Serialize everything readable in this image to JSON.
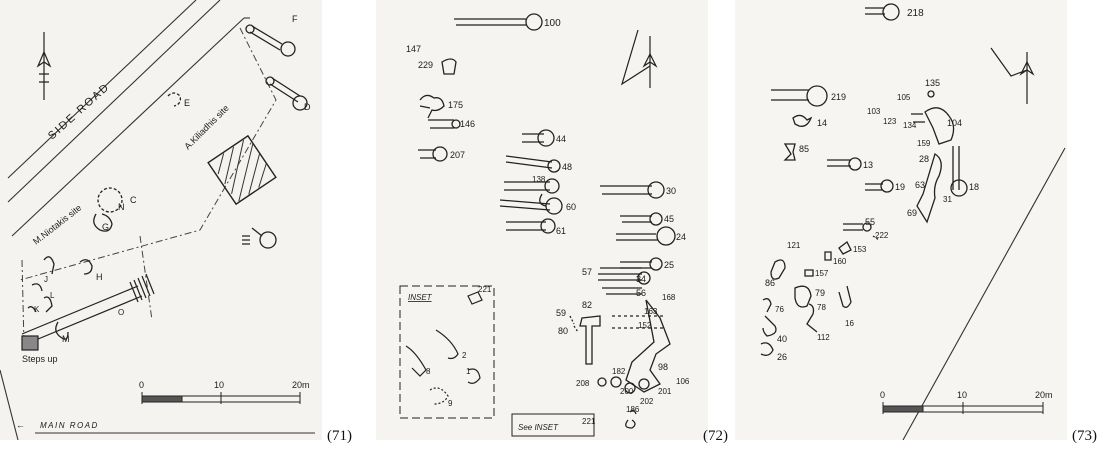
{
  "plans": [
    {
      "caption": "(71)",
      "road_labels": [
        "SIDE ROAD",
        "MAIN ROAD"
      ],
      "site_labels": [
        "A.Kiliadhis site",
        "M.Niotakis site"
      ],
      "tomb_labels": [
        "F",
        "D",
        "E",
        "C",
        "N",
        "G",
        "J",
        "H",
        "K",
        "L",
        "O",
        "M"
      ],
      "note": "Steps up",
      "scale": {
        "ticks": [
          "0",
          "10",
          "20m"
        ]
      }
    },
    {
      "caption": "(72)",
      "tomb_labels": [
        "100",
        "147",
        "229",
        "175",
        "146",
        "207",
        "44",
        "48",
        "138",
        "60",
        "61",
        "30",
        "45",
        "24",
        "25",
        "57",
        "34",
        "56",
        "59",
        "80",
        "82",
        "163",
        "168",
        "152",
        "98",
        "106",
        "182",
        "208",
        "200",
        "201",
        "202",
        "186"
      ],
      "inset_title": "INSET",
      "inset_labels": [
        "221",
        "2",
        "8",
        "1",
        "9"
      ],
      "see_inset": "See INSET",
      "see_inset_number": "221"
    },
    {
      "caption": "(73)",
      "tomb_labels": [
        "218",
        "135",
        "105",
        "103",
        "123",
        "134",
        "219",
        "14",
        "104",
        "85",
        "159",
        "13",
        "28",
        "19",
        "63",
        "18",
        "31",
        "69",
        "55",
        "222",
        "121",
        "153",
        "160",
        "86",
        "157",
        "79",
        "76",
        "78",
        "16",
        "40",
        "112",
        "26"
      ],
      "scale": {
        "ticks": [
          "0",
          "10",
          "20m"
        ]
      }
    }
  ]
}
